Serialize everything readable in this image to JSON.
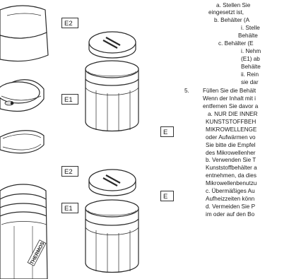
{
  "labels": {
    "e2_top": "E2",
    "e1_top": "E1",
    "e_top": "E",
    "e2_bottom": "E2",
    "e1_bottom": "E1",
    "e_bottom": "E"
  },
  "flask_brand": "THERMOS",
  "text_lines": [
    "a. Stellen Sie",
    "eingesetzt ist,",
    "b. Behälter (A",
    "i. Stelle",
    "Behälte",
    "c. Behälter (E",
    "i. Nehm",
    "(E1) ab",
    "Behälte",
    "ii. Rein",
    "sie dar",
    "5.",
    "Füllen Sie die Behält",
    "Wenn der Inhalt mit i",
    "entfernen Sie davor a",
    "a. NUR DIE INNER",
    "KUNSTSTOFFBEH",
    "MIKROWELLENGE",
    "oder Aufwärmen vo",
    "Sie bitte die Empfel",
    "des Mikrowellenher",
    "b. Verwenden Sie T",
    "Kunststoffbehälter a",
    "entnehmen, da dies",
    "Mikrowellenbenutzu",
    "c. Übermäßiges Au",
    "Aufheizzeiten könn",
    "d. Vermeiden Sie P",
    "im oder auf den Bo"
  ]
}
